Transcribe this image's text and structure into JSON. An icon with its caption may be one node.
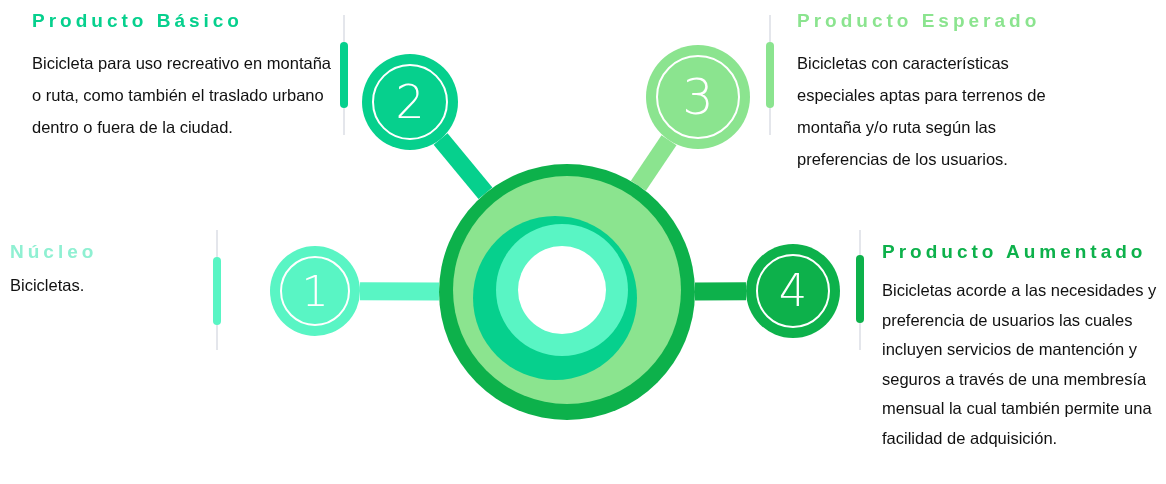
{
  "diagram": {
    "nodes": [
      {
        "text": [
          "1"
        ],
        "beside": [
          "Núcleo",
          "Bicicletas."
        ]
      },
      {
        "text": [
          "2"
        ],
        "beside": [
          "Producto Básico",
          "Bicicleta para uso recreativo en montaña o ruta, como también el traslado urbano dentro o fuera de la ciudad."
        ]
      },
      {
        "text": [
          "3"
        ],
        "beside": [
          "Producto Esperado",
          "Bicicletas con características especiales aptas para terrenos de montaña y/o ruta según las preferencias de los usuarios."
        ]
      },
      {
        "text": [
          "4"
        ],
        "beside": [
          "Producto Aumentado",
          "Bicicletas acorde a las necesidades y preferencia de usuarios las cuales incluyen servicios de mantención y seguros a través de una membresía mensual la cual también permite una facilidad de adquisición."
        ]
      },
      {
        "text": [],
        "shape": "circle"
      }
    ],
    "edges": [
      {
        "from": 0,
        "to": 4,
        "arrow": "none",
        "color": "#59f5c4"
      },
      {
        "from": 1,
        "to": 4,
        "arrow": "none",
        "color": "#06d08d"
      },
      {
        "from": 2,
        "to": 4,
        "arrow": "none",
        "color": "#8be48f"
      },
      {
        "from": 3,
        "to": 4,
        "arrow": "none",
        "color": "#0db14b"
      }
    ]
  }
}
